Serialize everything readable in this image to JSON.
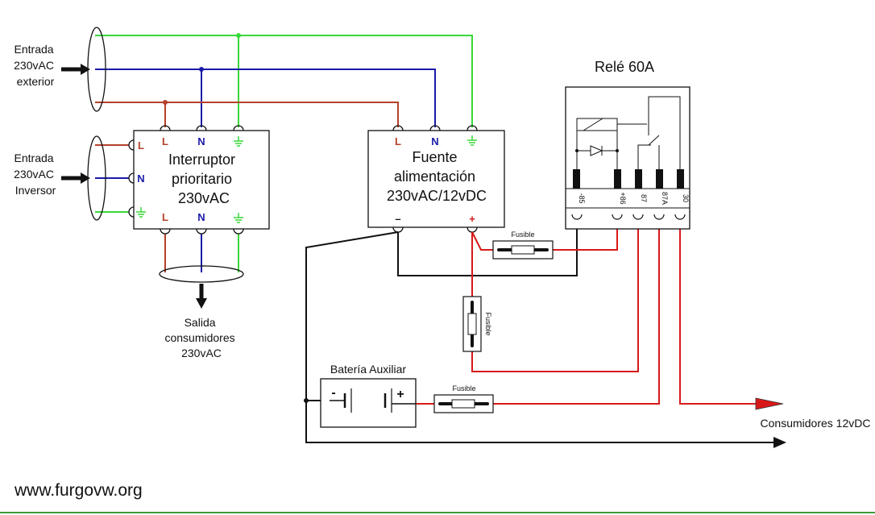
{
  "colors": {
    "live": "#b4412a",
    "neutral": "#1a1aa8",
    "earth": "#38d838",
    "positive": "#d81818",
    "negative": "#111111",
    "footer_line": "#3b9b3b"
  },
  "inputs": {
    "exterior": [
      "Entrada",
      "230vAC",
      "exterior"
    ],
    "inverter": [
      "Entrada",
      "230vAC",
      "Inversor"
    ]
  },
  "switch": {
    "title": [
      "Interruptor",
      "prioritario",
      "230vAC"
    ],
    "terminals": {
      "live": "L",
      "neutral": "N"
    }
  },
  "psu": {
    "title": [
      "Fuente",
      "alimentación",
      "230vAC/12vDC"
    ],
    "terminals": {
      "live": "L",
      "neutral": "N",
      "minus": "–",
      "plus": "+"
    }
  },
  "relay": {
    "title": "Relé 60A",
    "pins": [
      "-85",
      "+86",
      "87",
      "87A",
      "30"
    ]
  },
  "fuse_label": "Fusible",
  "battery": {
    "title": "Batería Auxiliar",
    "minus": "-",
    "plus": "+"
  },
  "outputs": {
    "ac": [
      "Salida",
      "consumidores",
      "230vAC"
    ],
    "dc": "Consumidores 12vDC"
  },
  "watermark": "www.furgovw.org"
}
